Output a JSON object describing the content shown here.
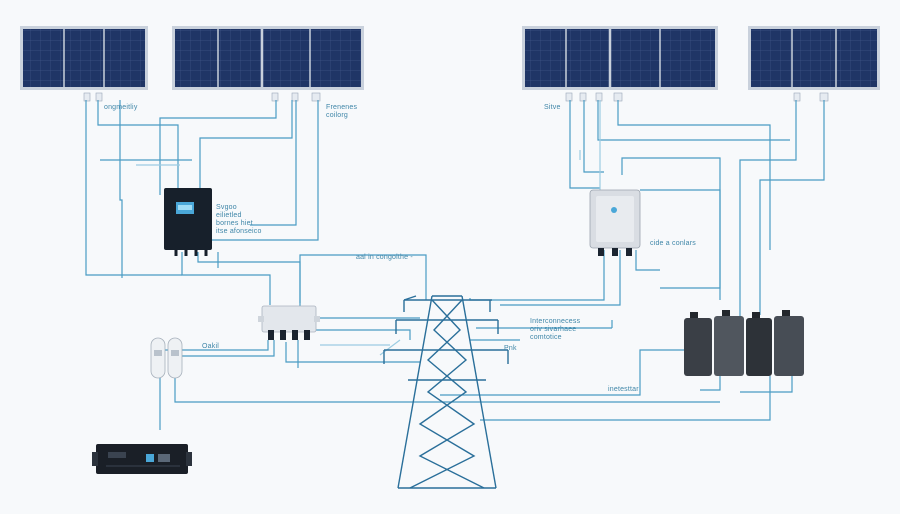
{
  "colors": {
    "background": "#f7f9fb",
    "wire": "#4a9cc4",
    "wire_light": "#9ccce2",
    "panel": "#1f3566",
    "panel_frame": "#9aa6b8",
    "tower": "#2a6f9a",
    "label": "#3f86a8"
  },
  "labels": {
    "top_left_1": "ongmeitliy",
    "top_left_2": "Frenenes\ncoilorg",
    "inverter_left": "Svgoo\neilietled\nbornes hiet\nitse afonseico",
    "center": "aal in congolthe -",
    "left_mid": "Oakil",
    "top_right": "Sitve",
    "right_inverter": "cide a conlars",
    "interconnect": "Interconnecess\noriv sivarhaee\ncomtotice",
    "tower_right": "Pnk",
    "bottom_right": "inetesttar"
  },
  "icons": {
    "panels": "solar-panel-icon",
    "left_inverter": "inverter-icon",
    "junction": "junction-box-icon",
    "tower": "transmission-tower-icon",
    "right_inverter": "combiner-box-icon",
    "batteries": "battery-bank-icon",
    "meters": "meter-icon",
    "rack": "rack-unit-icon"
  }
}
